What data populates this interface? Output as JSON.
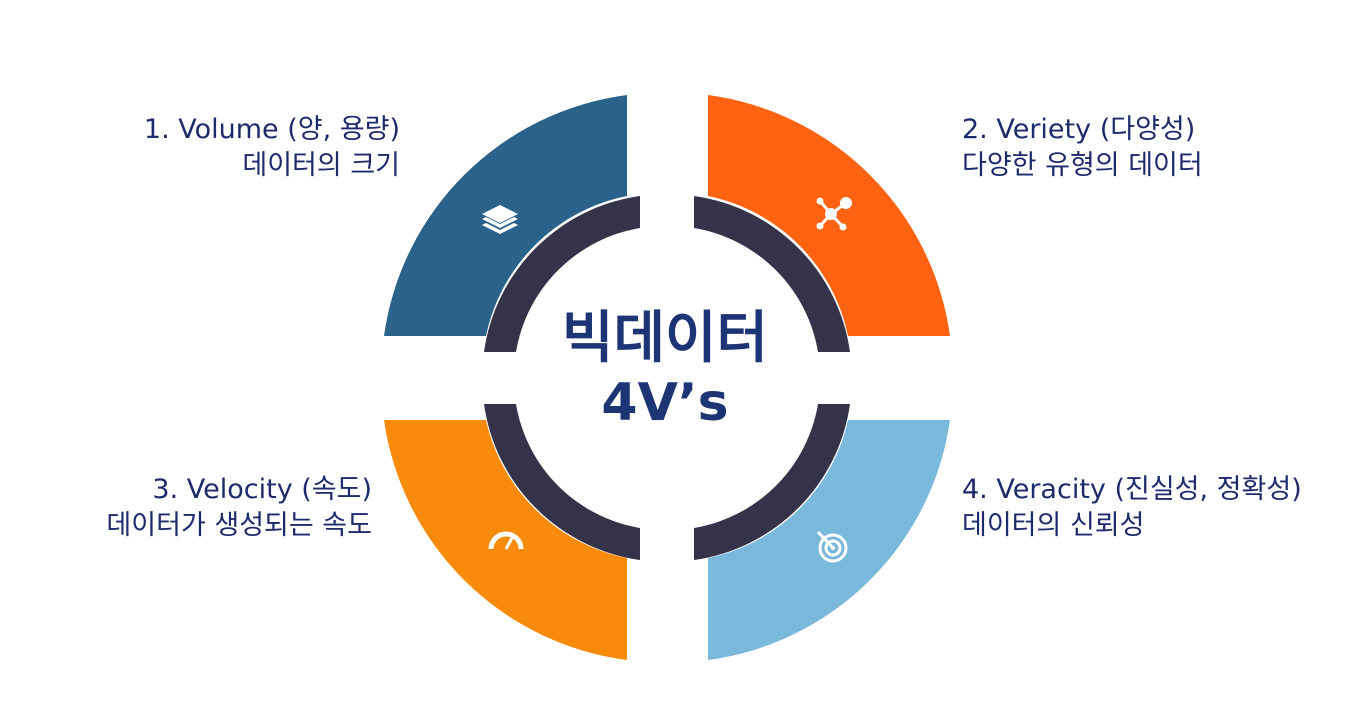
{
  "diagram": {
    "center": {
      "line1": "빅데이터",
      "line2": "4V’s"
    },
    "segments": [
      {
        "key": "volume",
        "title": "1. Volume (양, 용량)",
        "description": "데이터의 크기",
        "color": "#2a628a",
        "icon": "layers-icon"
      },
      {
        "key": "variety",
        "title": "2. Veriety (다양성)",
        "description": "다양한 유형의 데이터",
        "color": "#ff6210",
        "icon": "network-icon"
      },
      {
        "key": "velocity",
        "title": "3. Velocity (속도)",
        "description": "데이터가 생성되는 속도",
        "color": "#f98b0c",
        "icon": "speedometer-icon"
      },
      {
        "key": "veracity",
        "title": "4. Veracity (진실성, 정확성)",
        "description": "데이터의 신뢰성",
        "color": "#7ab8dc",
        "icon": "target-icon"
      }
    ],
    "colors": {
      "inner_ring": "#35334a",
      "text": "#1d2a6b",
      "center_text": "#1d3475",
      "icon": "#ffffff"
    }
  }
}
